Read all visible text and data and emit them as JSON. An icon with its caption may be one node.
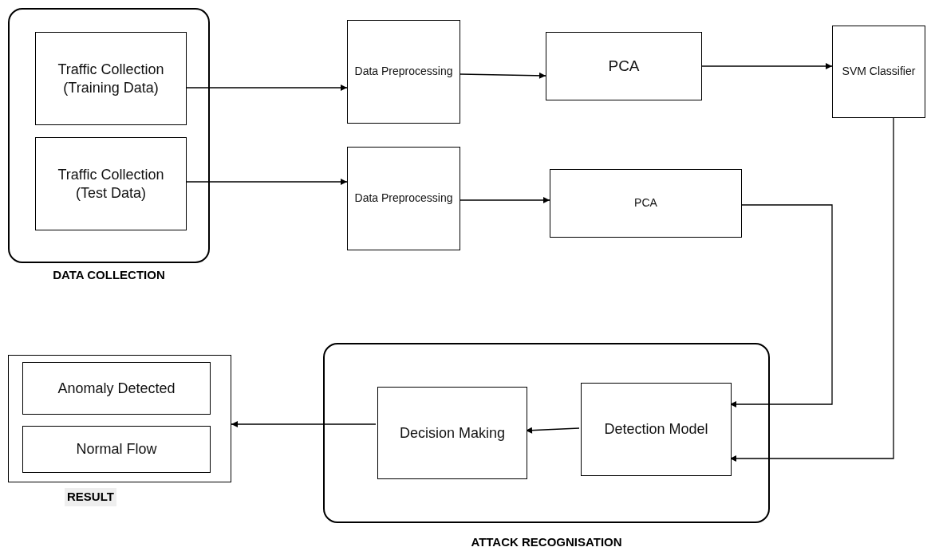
{
  "diagram": {
    "nodes": [
      {
        "text": [
          "DATA COLLECTION"
        ]
      },
      {
        "text": [
          "Traffic Collection (Training Data)"
        ],
        "in": 0
      },
      {
        "text": [
          "Traffic Collection (Test Data)"
        ],
        "in": 0
      },
      {
        "text": [
          "Data Preprocessing"
        ]
      },
      {
        "text": [
          "PCA"
        ]
      },
      {
        "text": [
          "SVM Classifier"
        ]
      },
      {
        "text": [
          "Data Preprocessing"
        ]
      },
      {
        "text": [
          "PCA"
        ]
      },
      {
        "text": [
          "RESULT"
        ]
      },
      {
        "text": [
          "Anomaly Detected"
        ],
        "in": 8
      },
      {
        "text": [
          "Normal Flow"
        ],
        "in": 8
      },
      {
        "text": [
          "ATTACK RECOGNISATION"
        ]
      },
      {
        "text": [
          "Decision Making"
        ],
        "in": 11
      },
      {
        "text": [
          "Detection Model"
        ],
        "in": 11
      }
    ],
    "edges": [
      {
        "from": 1,
        "to": 3,
        "arrow": "to"
      },
      {
        "from": 3,
        "to": 4,
        "arrow": "to"
      },
      {
        "from": 4,
        "to": 5,
        "arrow": "to"
      },
      {
        "from": 2,
        "to": 6,
        "arrow": "to"
      },
      {
        "from": 6,
        "to": 7,
        "arrow": "to"
      },
      {
        "from": 7,
        "to": 13,
        "arrow": "to"
      },
      {
        "from": 5,
        "to": 13,
        "arrow": "to"
      },
      {
        "from": 13,
        "to": 12,
        "arrow": "to"
      },
      {
        "from": 12,
        "to": 8,
        "arrow": "to"
      }
    ]
  }
}
